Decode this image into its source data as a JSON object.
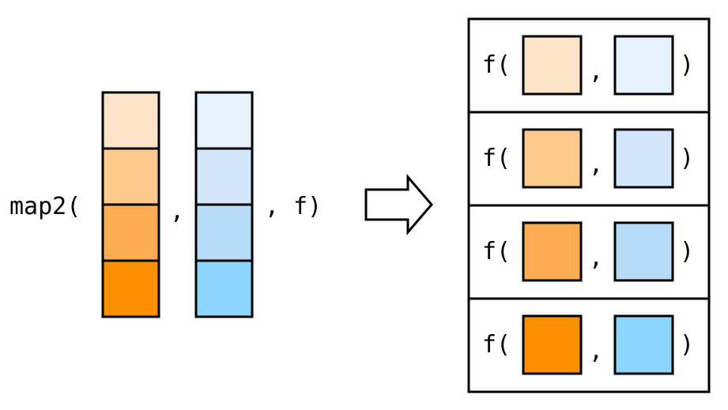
{
  "call": {
    "open": "map2(",
    "comma": ",",
    "close": ", f)"
  },
  "colors": {
    "x": [
      "#fde3c8",
      "#fec98c",
      "#fead52",
      "#fd9000"
    ],
    "y": [
      "#e6f2fc",
      "#d1e6fb",
      "#b7dcf8",
      "#8cd5fc"
    ],
    "stroke": "#000000"
  },
  "results": [
    {
      "fn": "f(",
      "sep": ",",
      "close": ")"
    },
    {
      "fn": "f(",
      "sep": ",",
      "close": ")"
    },
    {
      "fn": "f(",
      "sep": ",",
      "close": ")"
    },
    {
      "fn": "f(",
      "sep": ",",
      "close": ")"
    }
  ],
  "arrow_icon": "right-arrow-icon"
}
